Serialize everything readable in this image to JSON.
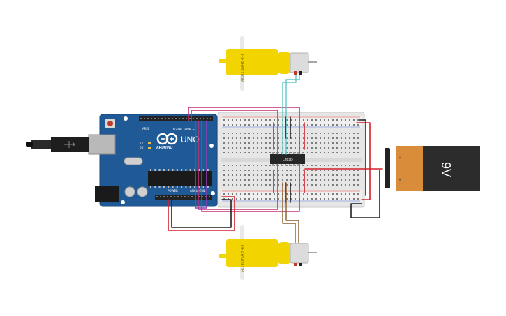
{
  "circuit": {
    "arduino": {
      "logo_text": "ARDUINO",
      "model_text": "UNO",
      "digital_label": "DIGITAL (PWM ~)",
      "power_label": "POWER",
      "analog_label": "ANALOG IN",
      "tx_label": "TX",
      "rx_label": "RX",
      "aref_label": "AREF"
    },
    "chip": {
      "label": "L293D"
    },
    "motor_top": {
      "label": "GEARMOTOR"
    },
    "motor_bottom": {
      "label": "GEARMOTOR"
    },
    "battery": {
      "label": "9V",
      "minus": "−",
      "plus": "+"
    }
  },
  "colors": {
    "board_blue": "#1f5a96",
    "breadboard": "#e8e8e8",
    "wire_red": "#d2202a",
    "wire_black": "#222222",
    "wire_magenta": "#c2307a",
    "wire_purple": "#8a3fb0",
    "wire_teal": "#5fc6c6",
    "wire_brown": "#8a5a2b",
    "motor_yellow": "#f2d500",
    "battery_orange": "#d98c3a",
    "battery_dark": "#2c2c2c"
  }
}
